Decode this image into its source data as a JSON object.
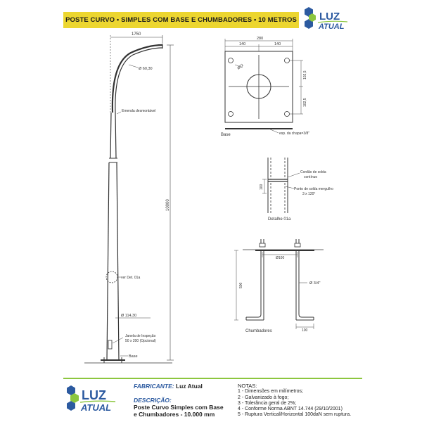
{
  "title": "POSTE CURVO • SIMPLES COM BASE E CHUMBADORES • 10 METROS",
  "logo": {
    "line1": "LUZ",
    "line2": "ATUAL"
  },
  "pole": {
    "dim_top": "1750",
    "dia_top": "Ø 60,30",
    "emenda": "Emenda desmontável",
    "height": "10000",
    "detail_ref": "ver Det. 01a",
    "dia_base": "Ø 114,30",
    "janela_line1": "Janela de Inspeção",
    "janela_line2": "50 x 200 (Opcional)",
    "base": "Base"
  },
  "base_plate": {
    "overall": "280",
    "half_left": "140",
    "half_right": "140",
    "hole": "Ø22",
    "v_upper": "102,5",
    "v_lower": "102,5",
    "label": "Base",
    "thickness": "esp. da chapa=3/8\""
  },
  "detail": {
    "cordao_1": "Cordão de solda",
    "cordao_2": "contínuo",
    "dim": "100",
    "ponto_1": "Ponto de solda merguIho",
    "ponto_2": "3 x 120°",
    "label": "Detalhe 01a"
  },
  "anchor": {
    "dia_center": "Ø100",
    "dia_bolt": "Ø 3/4\"",
    "length": "500",
    "foot": "100",
    "label": "Chumbadores"
  },
  "footer": {
    "manufacturer_label": "FABRICANTE:",
    "manufacturer": "Luz Atual",
    "description_label": "DESCRIÇÃO:",
    "description_line1": "Poste Curvo Simples com Base",
    "description_line2": "e Chumbadores - 10.000 mm",
    "notes_title": "NOTAS:",
    "notes": [
      "1 - Dimensões em milímetros;",
      "2 - Galvanizado à fogo;",
      "3 - Tolerância geral de 2%;",
      "4 - Conforme Norma ABNT 14.744 (29/10/2001)",
      "5 - Ruptura Vertical/Horizontal 100daN sem ruptura."
    ]
  },
  "colors": {
    "title_bg": "#ecd630",
    "accent_green": "#8cc63f",
    "logo_blue": "#2c5aa0"
  }
}
